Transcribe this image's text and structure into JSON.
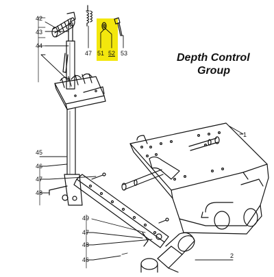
{
  "title": [
    "Depth Control",
    "Group"
  ],
  "highlight_color": "#f2e600",
  "line_color": "#111111",
  "parts": {
    "p42": "42",
    "p43": "43",
    "p44": "44",
    "p47_top": "47",
    "p51": "51",
    "p52": "52",
    "p53": "53",
    "p1": "1",
    "p45": "45",
    "p46_left": "46",
    "p47_left": "47",
    "p48_left": "48",
    "p49": "49",
    "p47_low": "47",
    "p48_low": "48",
    "p46_low": "46",
    "p2": "2"
  },
  "highlighted_part": "52"
}
